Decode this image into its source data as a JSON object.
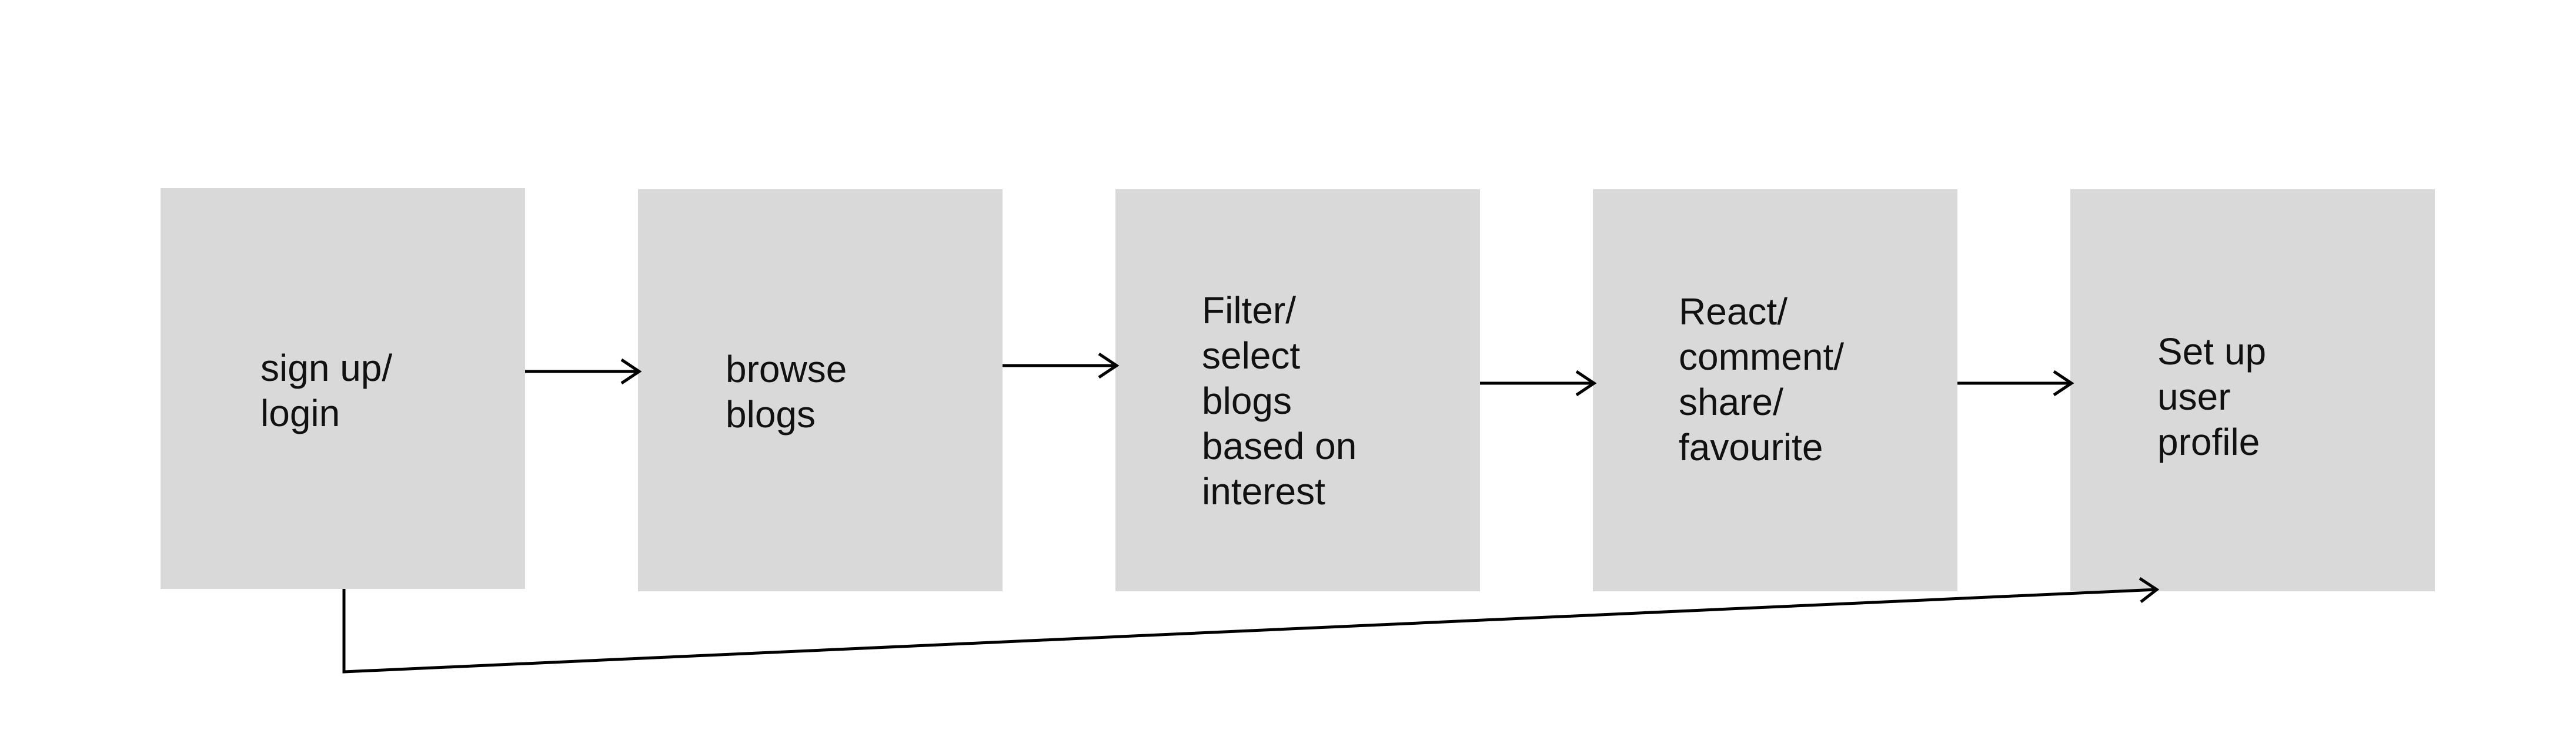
{
  "diagram": {
    "steps": [
      {
        "id": "signup",
        "label": "sign up/\nlogin"
      },
      {
        "id": "browse",
        "label": "browse\nblogs"
      },
      {
        "id": "filter",
        "label": "Filter/\nselect\nblogs\nbased on\ninterest"
      },
      {
        "id": "react",
        "label": "React/\ncomment/\nshare/\nfavourite"
      },
      {
        "id": "profile",
        "label": "Set up\nuser\nprofile"
      }
    ],
    "connections": [
      {
        "from": "signup",
        "to": "browse"
      },
      {
        "from": "browse",
        "to": "filter"
      },
      {
        "from": "filter",
        "to": "react"
      },
      {
        "from": "react",
        "to": "profile"
      },
      {
        "from": "signup",
        "to": "profile"
      }
    ],
    "colors": {
      "box_fill": "#d9d9d9",
      "stroke": "#000000",
      "text": "#111111",
      "background": "#ffffff"
    }
  }
}
